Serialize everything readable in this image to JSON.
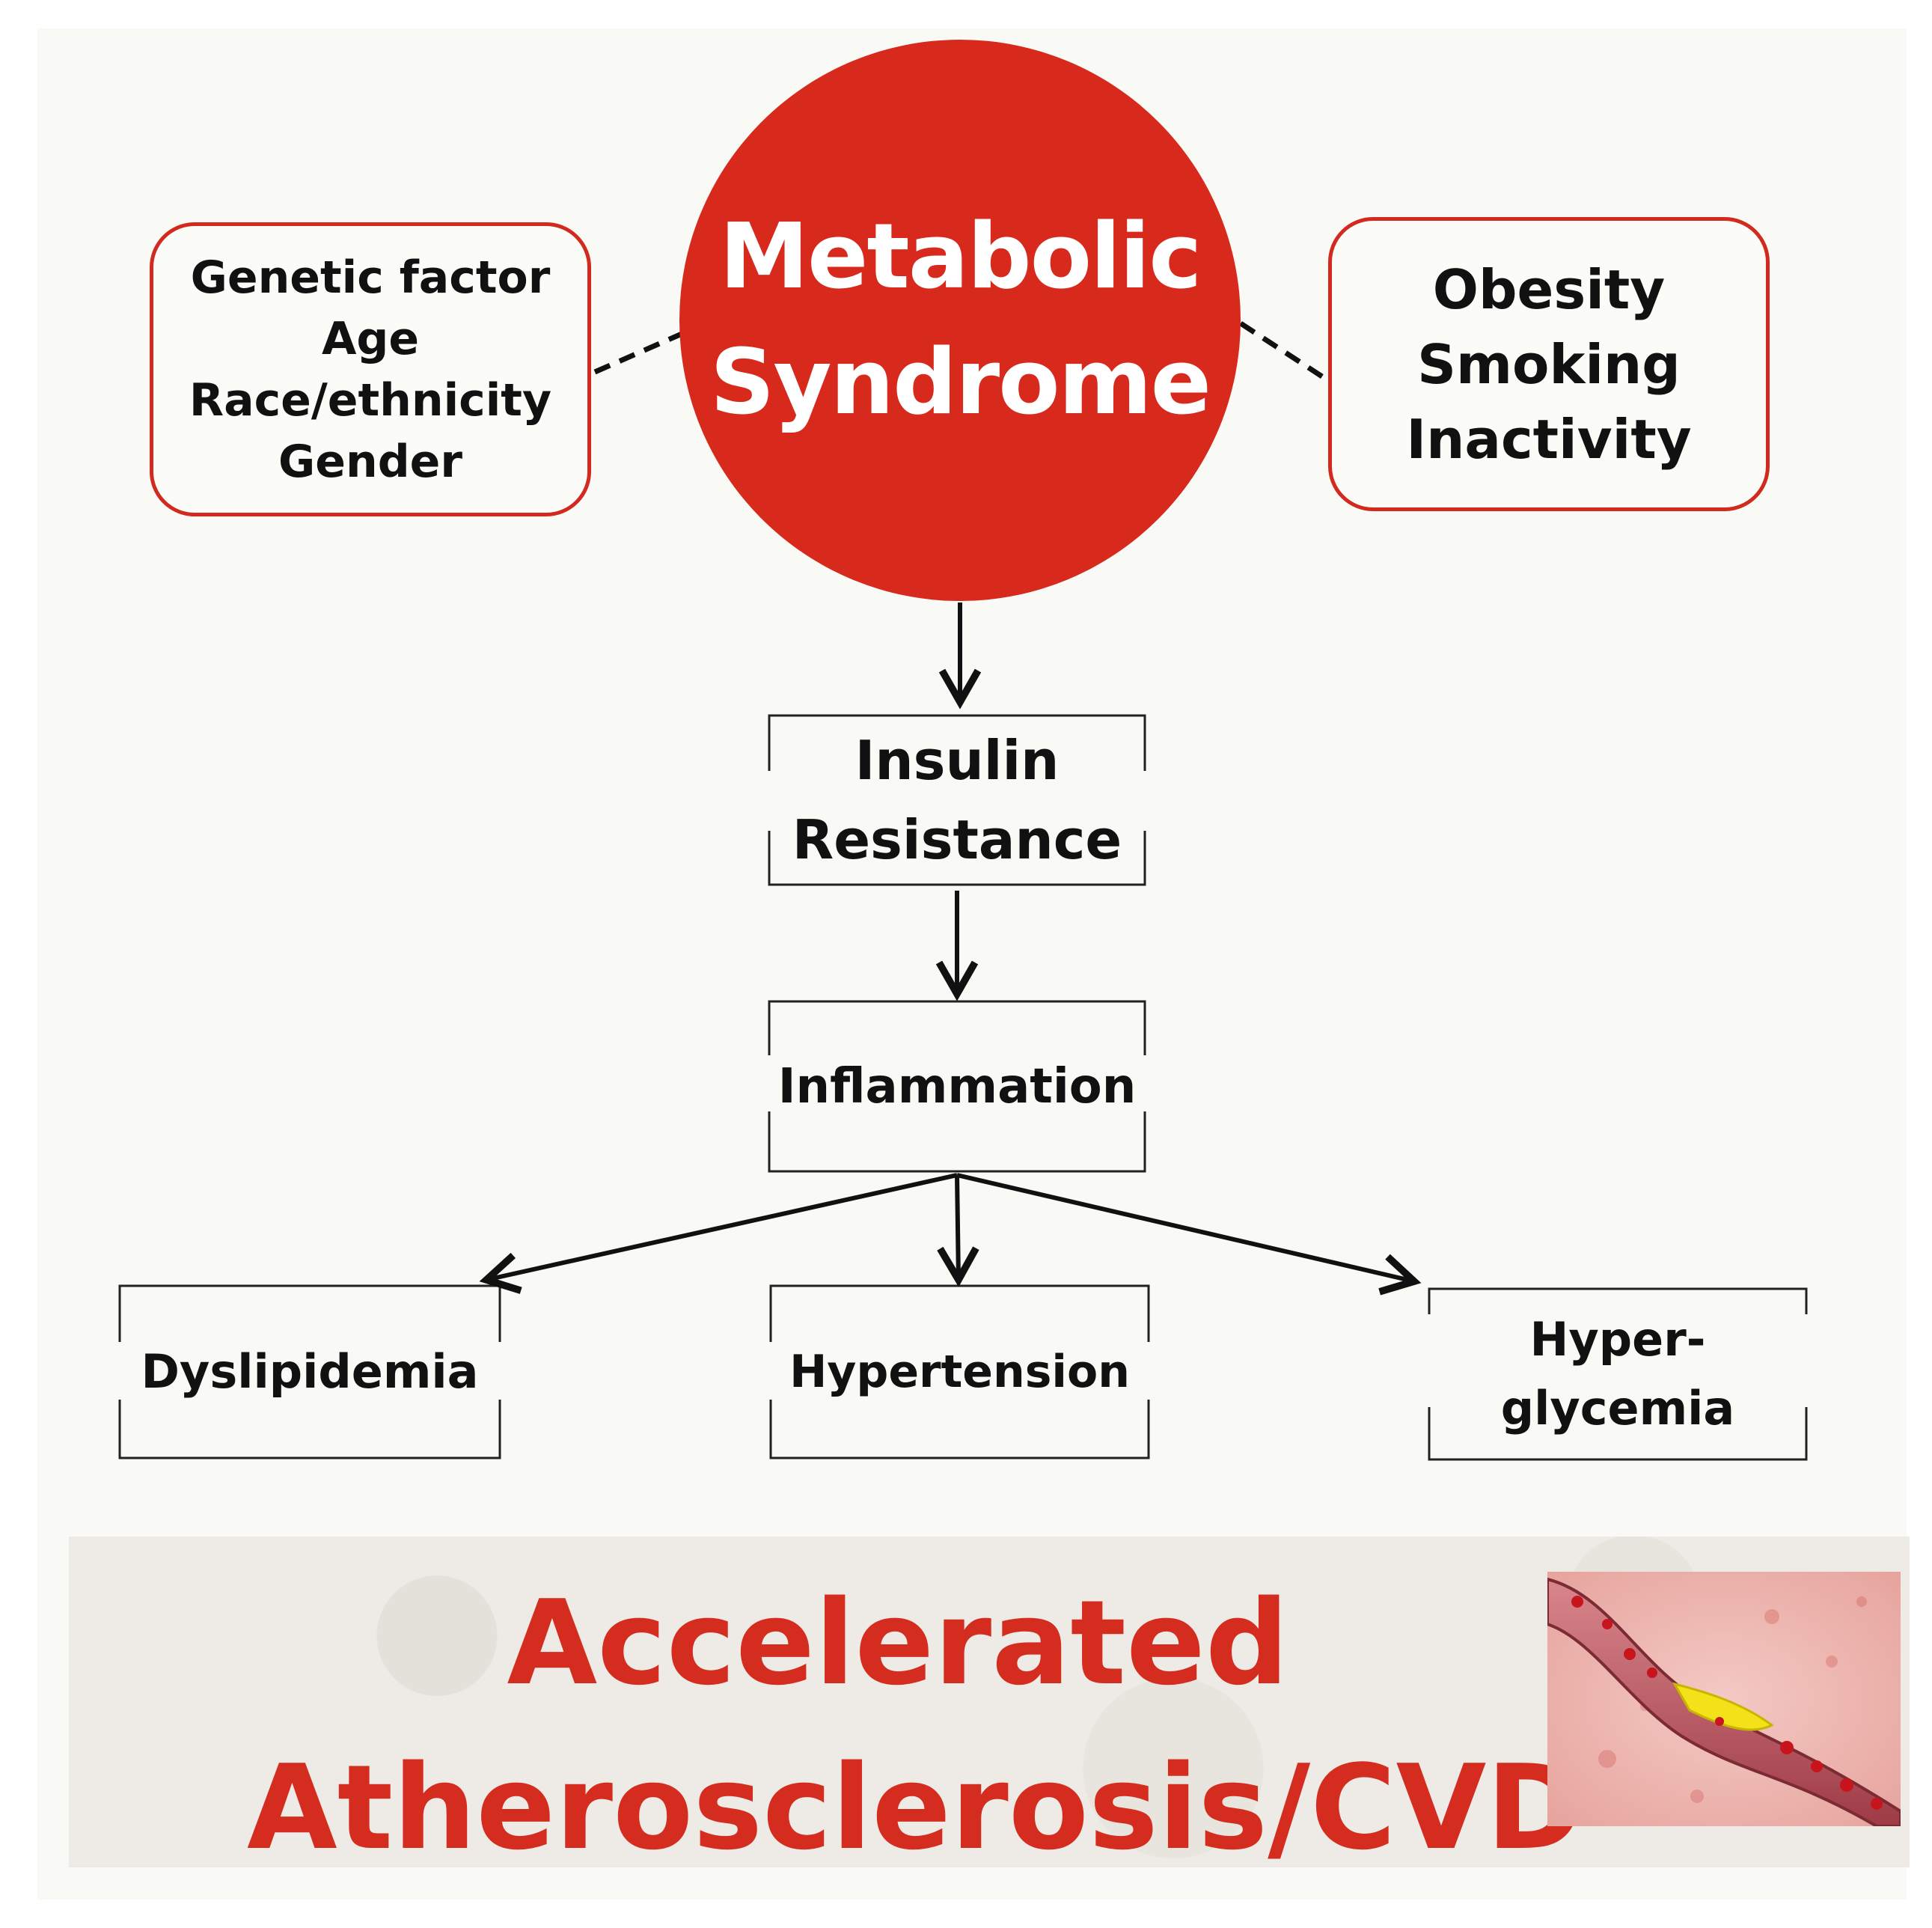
{
  "center": {
    "line1": "Metabolic",
    "line2": "Syndrome"
  },
  "left_box": {
    "lines": [
      "Genetic factor",
      "Age",
      "Race/ethnicity",
      "Gender"
    ]
  },
  "right_box": {
    "lines": [
      "Obesity",
      "Smoking",
      "Inactivity"
    ]
  },
  "flow": {
    "insulin": {
      "line1": "Insulin",
      "line2": "Resistance"
    },
    "inflammation": "Inflammation",
    "outcomes": {
      "dyslipidemia": "Dyslipidemia",
      "hypertension": "Hypertension",
      "hyperglycemia": {
        "line1": "Hyper-",
        "line2": "glycemia"
      }
    }
  },
  "banner": {
    "line1": "Accelerated",
    "line2": "Atherosclerosis/CVD"
  },
  "colors": {
    "accent": "#d7291c",
    "text": "#111111",
    "background": "#f9f9f6"
  },
  "image": {
    "icon": "artery-plaque-illustration"
  }
}
